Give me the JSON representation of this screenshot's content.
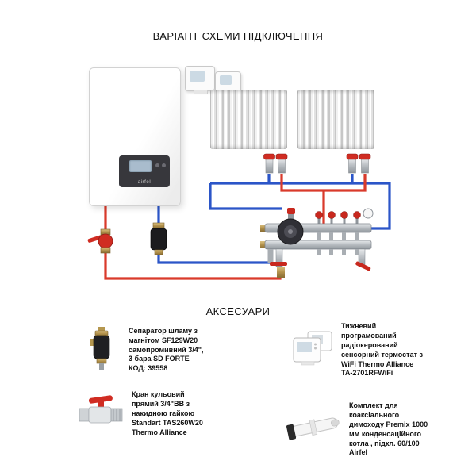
{
  "page": {
    "title": "ВАРІАНТ СХЕМИ ПІДКЛЮЧЕННЯ",
    "accessories_heading": "АКСЕСУАРИ"
  },
  "diagram": {
    "boiler_brand": "airfel",
    "colors": {
      "supply": "#d93a2b",
      "return": "#2b55c8"
    }
  },
  "accessories": [
    {
      "name": "sludge-separator",
      "text": "Сепаратор шламу з магнітом SF129W20 самопромивний 3/4\", 3 бара SD FORTE КОД: 39558"
    },
    {
      "name": "ball-valve",
      "text": "Кран кульовий прямий 3/4\"ВВ з накидною гайкою Standart TAS260W20 Thermo Alliance"
    },
    {
      "name": "wifi-thermostat",
      "text": "Тижневий програмований радіокерований сенсорний термостат з WiFi Thermo Alliance TA-2701RFWiFi"
    },
    {
      "name": "coaxial-chimney-kit",
      "text": "Комплект для коаксіального димоходу Premix 1000 мм конденсаційного котла , підкл. 60/100 Airfel"
    }
  ]
}
